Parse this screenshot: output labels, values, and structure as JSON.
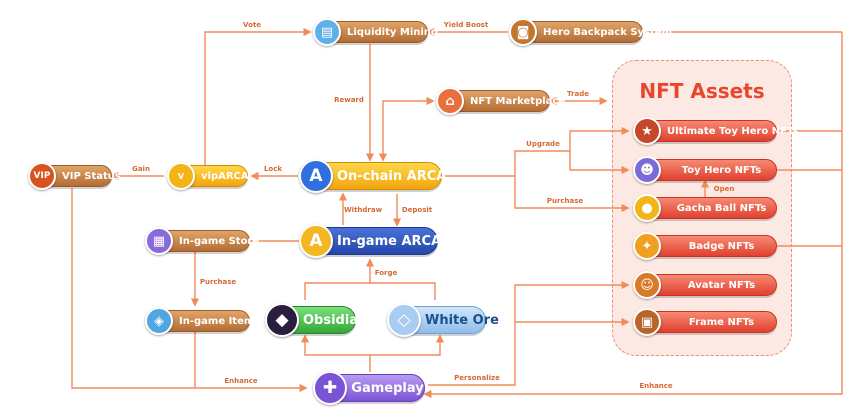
{
  "panel": {
    "title": "NFT Assets"
  },
  "nodes": {
    "liquidity_mining": "Liquidity Mining",
    "hero_backpack": "Hero Backpack System",
    "nft_marketplace": "NFT Marketplace",
    "vip_status": "VIP Status",
    "viparca": "vipARCA",
    "onchain_arca": "On-chain ARCA",
    "ingame_arca": "In-game ARCA",
    "ingame_store": "In-game Store",
    "ingame_items": "In-game Items",
    "obsidian": "Obsidian",
    "white_ore": "White Ore",
    "gameplay": "Gameplay",
    "ultimate_toy_hero": "Ultimate Toy Hero NFTs",
    "toy_hero": "Toy Hero NFTs",
    "gacha_ball": "Gacha Ball NFTs",
    "badge": "Badge NFTs",
    "avatar": "Avatar NFTs",
    "frame": "Frame NFTs"
  },
  "edges": {
    "vote": "Vote",
    "yield_boost": "Yield Boost",
    "reward": "Reward",
    "trade": "Trade",
    "gain": "Gain",
    "lock": "Lock",
    "upgrade": "Upgrade",
    "purchase_gacha": "Purchase",
    "open": "Open",
    "withdraw": "Withdraw",
    "deposit": "Deposit",
    "forge": "Forge",
    "purchase_items": "Purchase",
    "enhance_left": "Enhance",
    "personalize": "Personalize",
    "enhance_right": "Enhance"
  },
  "icons": {
    "liquidity_mining": "fish-tank-icon",
    "hero_backpack": "backpack-icon",
    "nft_marketplace": "marketplace-icon",
    "vip_status": "vip-card-icon",
    "viparca": "vip-ticket-icon",
    "onchain_arca": "arca-coin-icon",
    "ingame_arca": "arca-coin-icon",
    "ingame_store": "store-icon",
    "ingame_items": "items-bag-icon",
    "obsidian": "obsidian-gem-icon",
    "white_ore": "white-ore-gem-icon",
    "gameplay": "gamepad-icon",
    "ultimate_toy_hero": "ultimate-hero-icon",
    "toy_hero": "toy-hero-icon",
    "gacha_ball": "gacha-ball-icon",
    "badge": "badge-icon",
    "avatar": "avatar-icon",
    "frame": "frame-icon"
  },
  "colors": {
    "line": "#f08c5c",
    "node_brown": "#c47d3e",
    "node_red": "#e8503a",
    "arca_blue": "#2a4fb0",
    "viparca_yellow": "#f5b21a",
    "panel_title": "#e8462f"
  }
}
